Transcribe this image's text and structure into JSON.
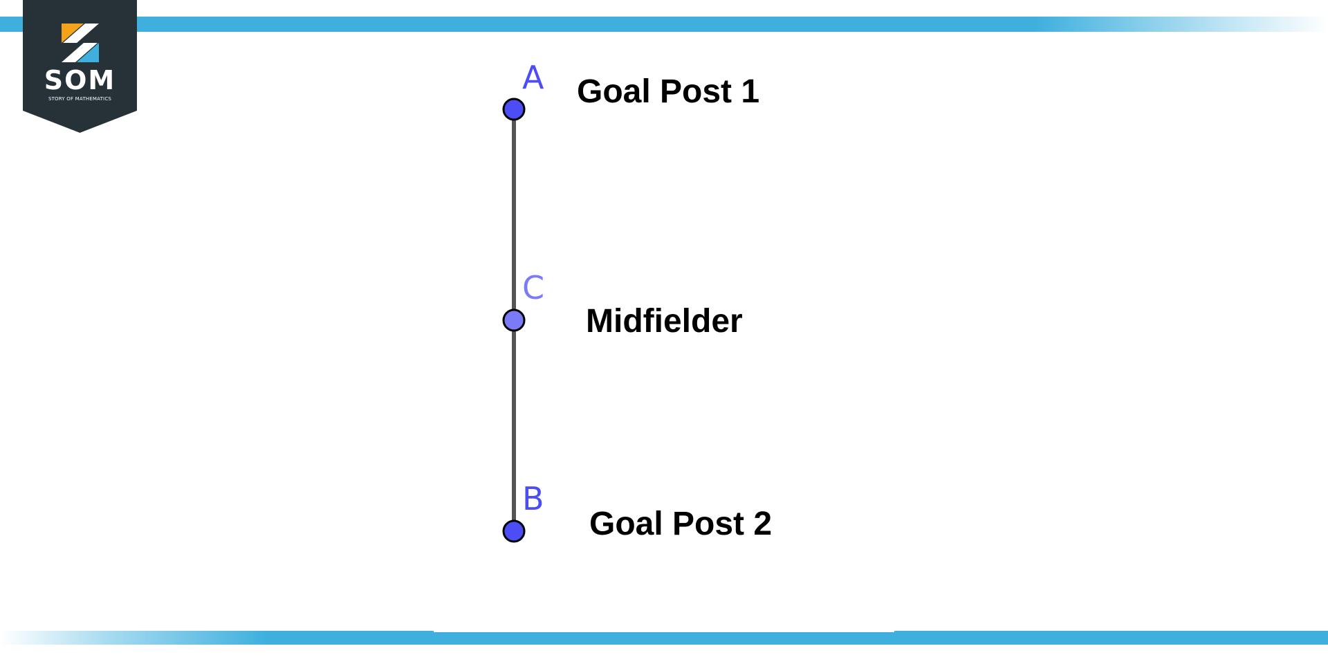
{
  "logo": {
    "title": "SOM",
    "subtitle": "STORY OF MATHEMATICS"
  },
  "colors": {
    "stripe": "#3fb0de",
    "logo_background": "#263238",
    "logo_orange": "#f7a21b",
    "logo_blue": "#3fb0de",
    "endpoint_fill": "#4d4df5",
    "midpoint_fill": "#7b7bf7",
    "segment": "#555555"
  },
  "diagram": {
    "points": {
      "a": {
        "label": "A",
        "caption": "Goal Post 1"
      },
      "c": {
        "label": "C",
        "caption": "Midfielder"
      },
      "b": {
        "label": "B",
        "caption": "Goal Post 2"
      }
    }
  }
}
